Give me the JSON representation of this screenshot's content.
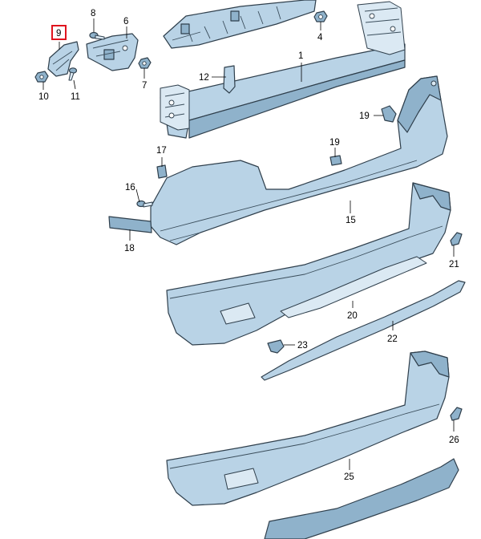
{
  "callouts": [
    "1",
    "4",
    "6",
    "7",
    "8",
    "9",
    "10",
    "11",
    "12",
    "15",
    "16",
    "17",
    "18",
    "19",
    "19",
    "20",
    "21",
    "22",
    "23",
    "25",
    "26"
  ],
  "highlighted_callout": "9",
  "colors": {
    "part_fill": "#b9d3e6",
    "outline": "#2f3f4c",
    "highlight": "#e0141e"
  }
}
